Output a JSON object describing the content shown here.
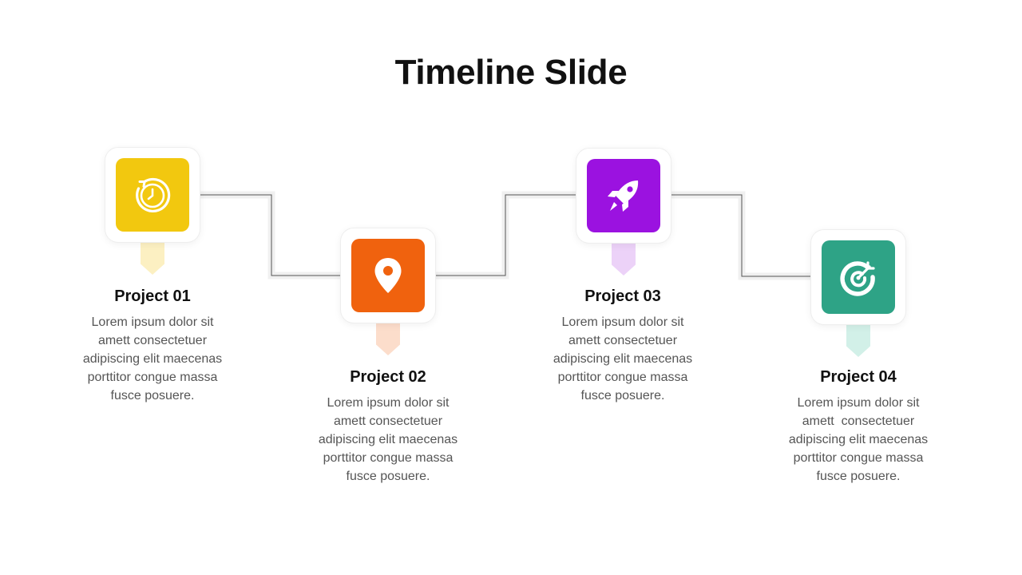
{
  "title": "Timeline Slide",
  "projects": [
    {
      "title": "Project 01",
      "desc_lines": [
        "Lorem ipsum dolor sit",
        "amett consectetuer",
        "adipiscing elit maecenas",
        "porttitor congue massa",
        "fusce posuere."
      ],
      "icon": "stopwatch-icon",
      "color": "#F2C80F",
      "tab_color": "#FCF0C2"
    },
    {
      "title": "Project 02",
      "desc_lines": [
        "Lorem ipsum dolor sit",
        "amett consectetuer",
        "adipiscing elit maecenas",
        "porttitor congue massa",
        "fusce posuere."
      ],
      "icon": "location-pin-icon",
      "color": "#F0620E",
      "tab_color": "#FCDDCB"
    },
    {
      "title": "Project 03",
      "desc_lines": [
        "Lorem ipsum dolor sit",
        "amett consectetuer",
        "adipiscing elit maecenas",
        "porttitor congue massa",
        "fusce posuere."
      ],
      "icon": "rocket-icon",
      "color": "#9B12E0",
      "tab_color": "#ECD2F8"
    },
    {
      "title": "Project 04",
      "desc_lines": [
        "Lorem ipsum dolor sit",
        "amett  consectetuer",
        "adipiscing elit maecenas",
        "porttitor congue massa",
        "fusce posuere."
      ],
      "icon": "target-icon",
      "color": "#2EA386",
      "tab_color": "#D2F0E8"
    }
  ]
}
